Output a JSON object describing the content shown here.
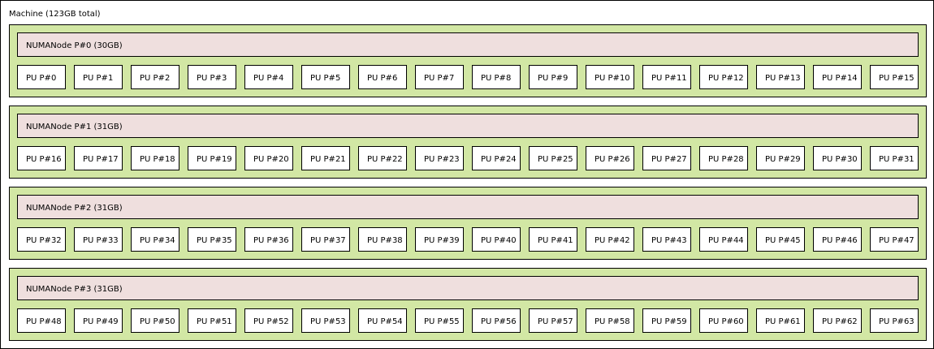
{
  "machine": {
    "label": "Machine (123GB total)"
  },
  "colors": {
    "package_fill": "#d2e7a4",
    "numa_fill": "#efdfde",
    "pu_fill": "#ffffff",
    "border": "#000000"
  },
  "nodes": [
    {
      "label": "NUMANode P#0 (30GB)",
      "pus": [
        "PU P#0",
        "PU P#1",
        "PU P#2",
        "PU P#3",
        "PU P#4",
        "PU P#5",
        "PU P#6",
        "PU P#7",
        "PU P#8",
        "PU P#9",
        "PU P#10",
        "PU P#11",
        "PU P#12",
        "PU P#13",
        "PU P#14",
        "PU P#15"
      ]
    },
    {
      "label": "NUMANode P#1 (31GB)",
      "pus": [
        "PU P#16",
        "PU P#17",
        "PU P#18",
        "PU P#19",
        "PU P#20",
        "PU P#21",
        "PU P#22",
        "PU P#23",
        "PU P#24",
        "PU P#25",
        "PU P#26",
        "PU P#27",
        "PU P#28",
        "PU P#29",
        "PU P#30",
        "PU P#31"
      ]
    },
    {
      "label": "NUMANode P#2 (31GB)",
      "pus": [
        "PU P#32",
        "PU P#33",
        "PU P#34",
        "PU P#35",
        "PU P#36",
        "PU P#37",
        "PU P#38",
        "PU P#39",
        "PU P#40",
        "PU P#41",
        "PU P#42",
        "PU P#43",
        "PU P#44",
        "PU P#45",
        "PU P#46",
        "PU P#47"
      ]
    },
    {
      "label": "NUMANode P#3 (31GB)",
      "pus": [
        "PU P#48",
        "PU P#49",
        "PU P#50",
        "PU P#51",
        "PU P#52",
        "PU P#53",
        "PU P#54",
        "PU P#55",
        "PU P#56",
        "PU P#57",
        "PU P#58",
        "PU P#59",
        "PU P#60",
        "PU P#61",
        "PU P#62",
        "PU P#63"
      ]
    }
  ]
}
